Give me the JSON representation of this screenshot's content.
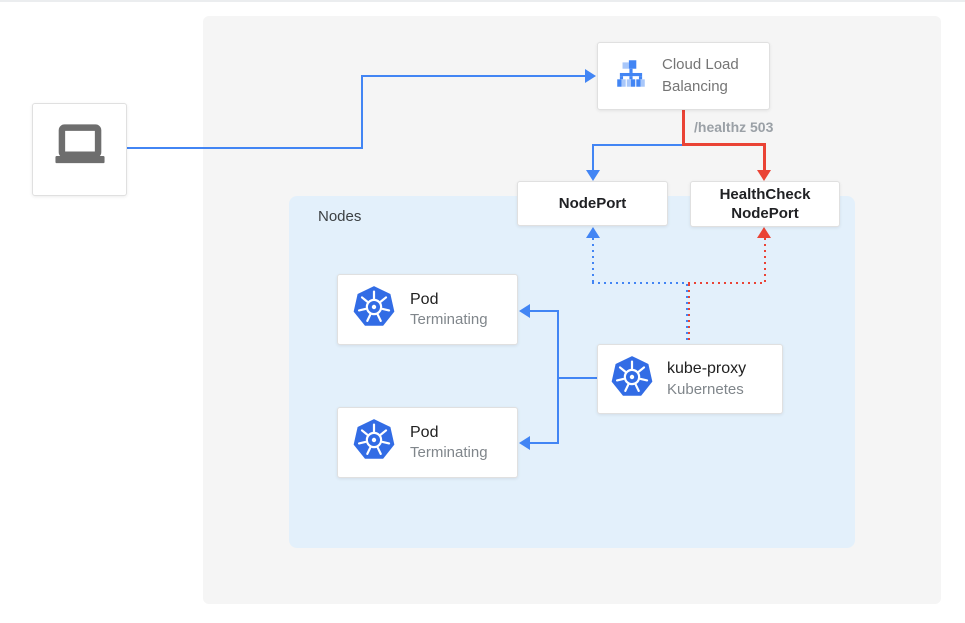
{
  "colors": {
    "blue": "#4285f4",
    "blue_light": "#a8c7fa",
    "red": "#ea4335",
    "k8s_blue": "#326ce5",
    "icon_gray": "#757575",
    "text_dark": "#212121",
    "text_gray": "#80868b",
    "label_gray": "#9aa0a6",
    "border": "#e0e0e0",
    "panel_bg": "#f5f5f5",
    "nodes_bg": "#e3f0fb"
  },
  "client": {
    "icon": "laptop-icon"
  },
  "load_balancer": {
    "label": "Cloud Load Balancing",
    "icon": "load-balancer-icon"
  },
  "healthz": {
    "label": "/healthz 503"
  },
  "nodeport": {
    "label": "NodePort"
  },
  "healthcheck_nodeport": {
    "label": "HealthCheck NodePort"
  },
  "nodes_group": {
    "label": "Nodes"
  },
  "pods": [
    {
      "title": "Pod",
      "status": "Terminating",
      "icon": "kubernetes-icon"
    },
    {
      "title": "Pod",
      "status": "Terminating",
      "icon": "kubernetes-icon"
    }
  ],
  "kube_proxy": {
    "title": "kube-proxy",
    "subtitle": "Kubernetes",
    "icon": "kubernetes-icon"
  }
}
